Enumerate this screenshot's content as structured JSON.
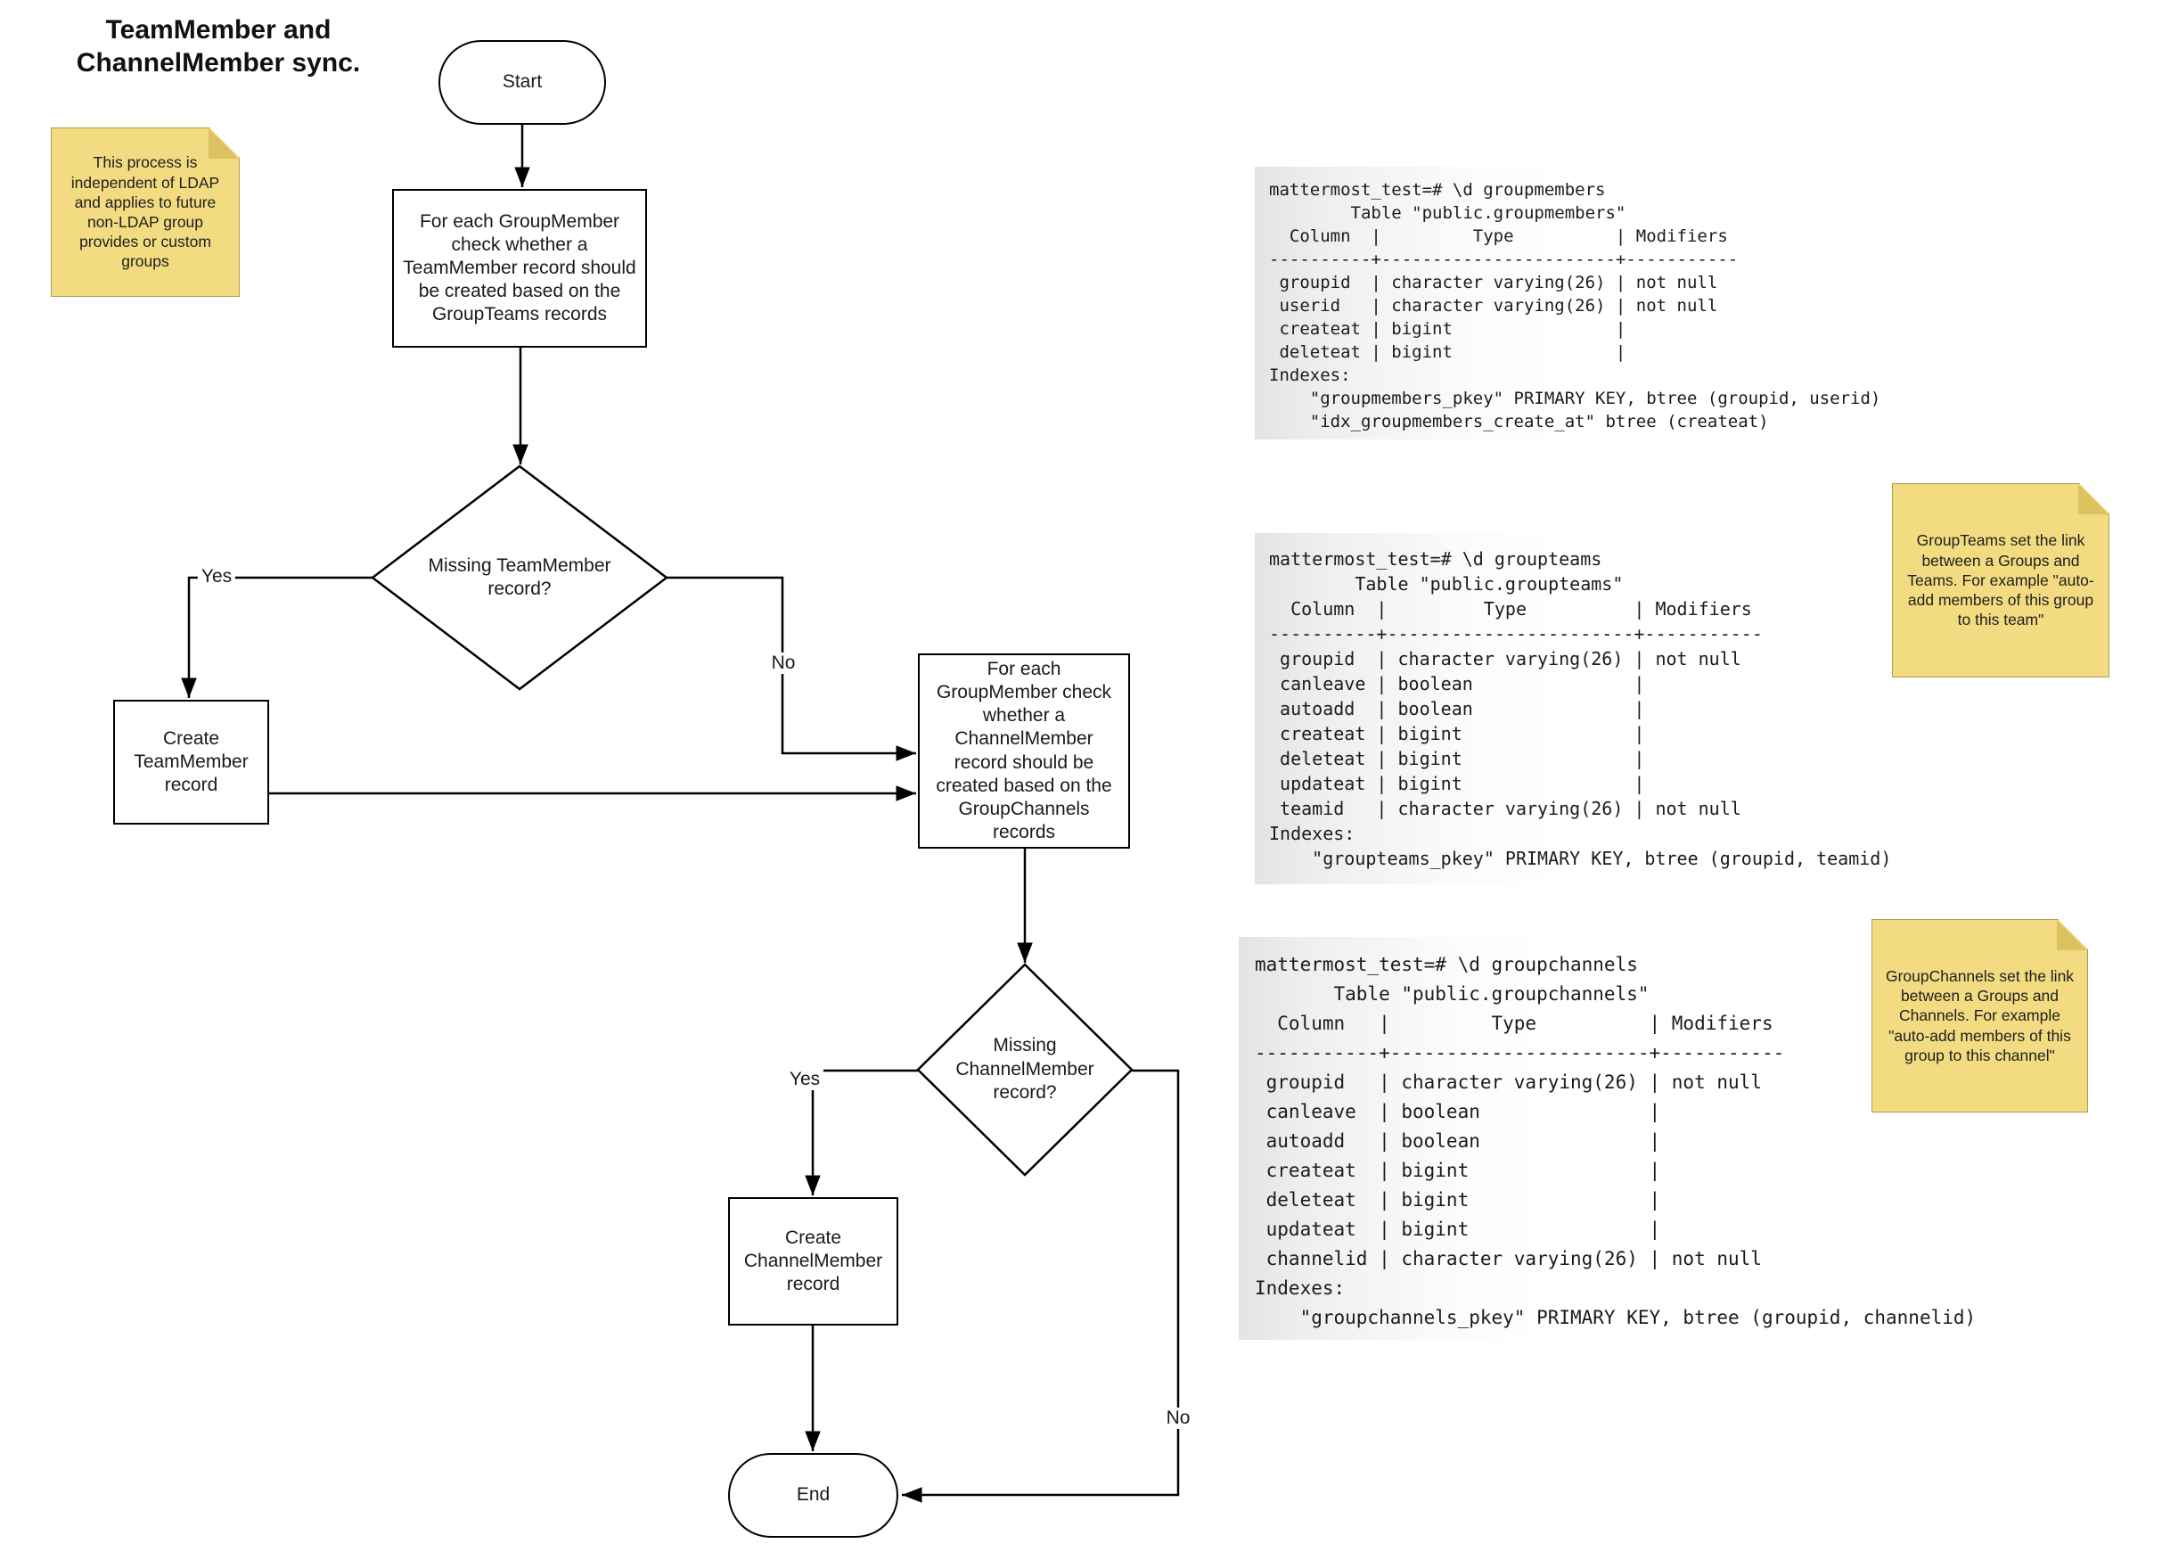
{
  "diagram": {
    "title": "TeamMember and\nChannelMember sync.",
    "nodes": {
      "start": "Start",
      "process_team": "For each GroupMember check whether a TeamMember record should be created based on the GroupTeams records",
      "decision_team": "Missing TeamMember record?",
      "create_team": "Create TeamMember record",
      "process_channel": "For each GroupMember check whether a ChannelMember record should be created based on the GroupChannels records",
      "decision_channel": "Missing ChannelMember record?",
      "create_channel": "Create ChannelMember record",
      "end": "End"
    },
    "edge_labels": {
      "yes_team": "Yes",
      "no_team": "No",
      "yes_channel": "Yes",
      "no_channel": "No"
    }
  },
  "notes": [
    {
      "text": "This process is independent of LDAP and applies to future non-LDAP group provides or custom groups"
    },
    {
      "text": "GroupTeams set the link between a Groups and Teams. For example \"auto-add members of this group to this team\""
    },
    {
      "text": "GroupChannels set the link between a Groups and Channels. For example \"auto-add members of this group to this channel\""
    }
  ],
  "psql": {
    "groupmembers": "mattermost_test=# \\d groupmembers\n        Table \"public.groupmembers\"\n  Column  |         Type          | Modifiers\n----------+-----------------------+-----------\n groupid  | character varying(26) | not null\n userid   | character varying(26) | not null\n createat | bigint                |\n deleteat | bigint                |\nIndexes:\n    \"groupmembers_pkey\" PRIMARY KEY, btree (groupid, userid)\n    \"idx_groupmembers_create_at\" btree (createat)",
    "groupteams": "mattermost_test=# \\d groupteams\n        Table \"public.groupteams\"\n  Column  |         Type          | Modifiers\n----------+-----------------------+-----------\n groupid  | character varying(26) | not null\n canleave | boolean               |\n autoadd  | boolean               |\n createat | bigint                |\n deleteat | bigint                |\n updateat | bigint                |\n teamid   | character varying(26) | not null\nIndexes:\n    \"groupteams_pkey\" PRIMARY KEY, btree (groupid, teamid)",
    "groupchannels": "mattermost_test=# \\d groupchannels\n       Table \"public.groupchannels\"\n  Column   |         Type          | Modifiers\n-----------+-----------------------+-----------\n groupid   | character varying(26) | not null\n canleave  | boolean               |\n autoadd   | boolean               |\n createat  | bigint                |\n deleteat  | bigint                |\n updateat  | bigint                |\n channelid | character varying(26) | not null\nIndexes:\n    \"groupchannels_pkey\" PRIMARY KEY, btree (groupid, channelid)"
  },
  "colors": {
    "note_fill": "#f2db80",
    "note_fold": "#dcc25f",
    "note_border": "#ae9c52",
    "shape_stroke": "#000000",
    "code_bg_left": "#e3e3e3",
    "text": "#1a1a1a"
  }
}
